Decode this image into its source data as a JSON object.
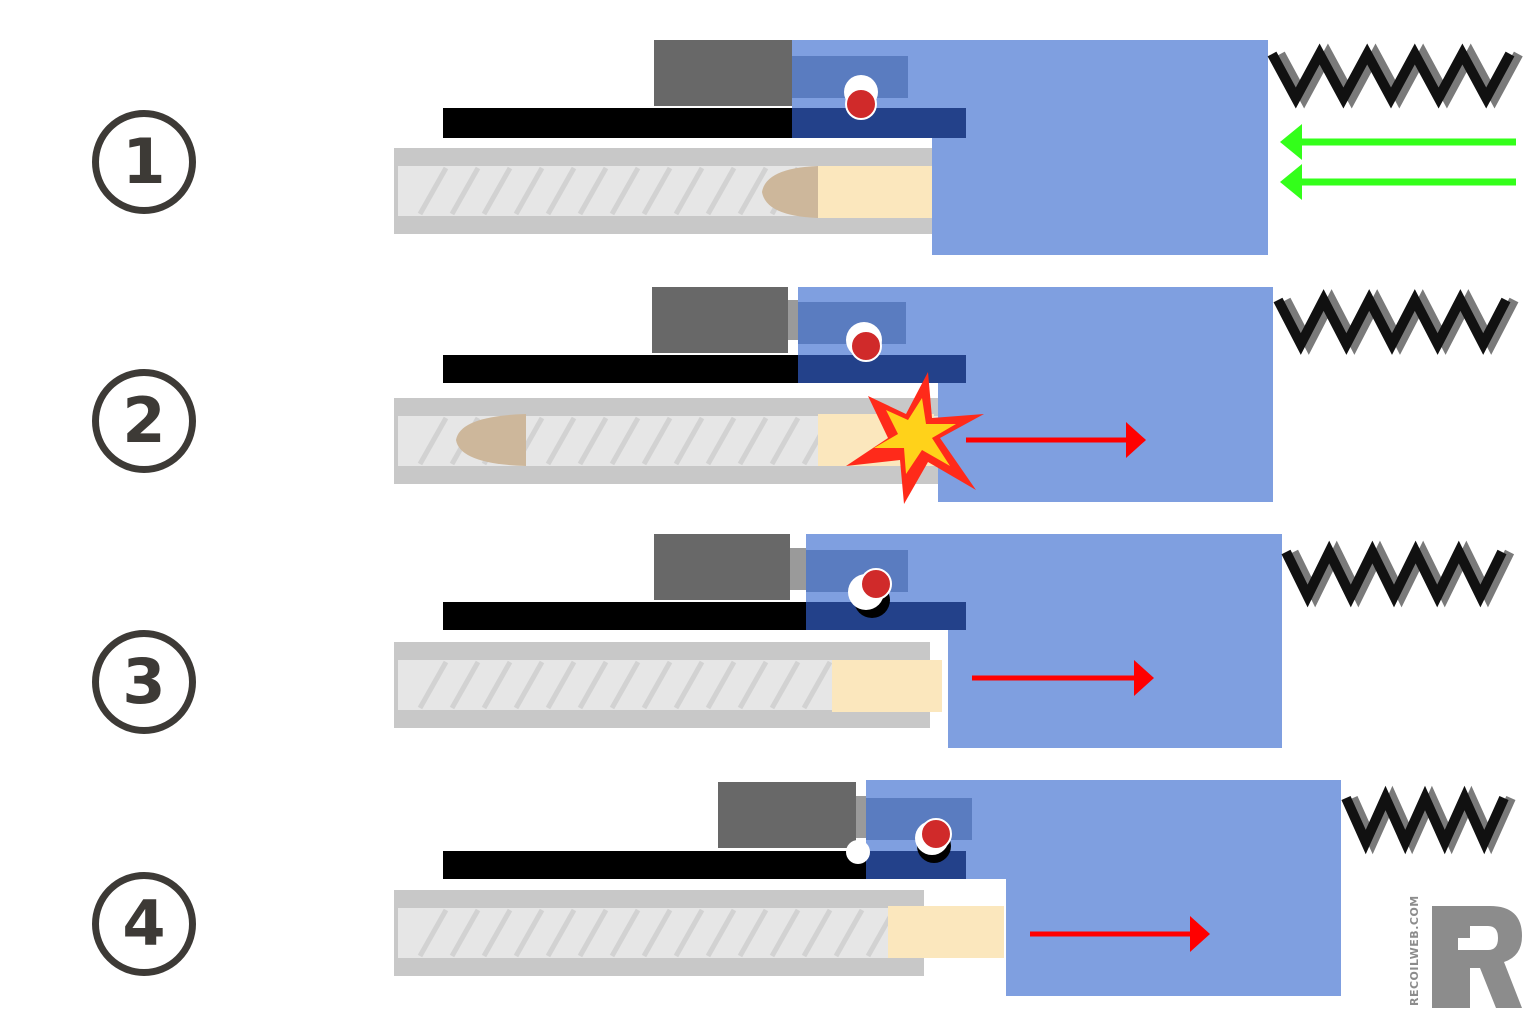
{
  "steps": [
    {
      "label": "1"
    },
    {
      "label": "2"
    },
    {
      "label": "3"
    },
    {
      "label": "4"
    }
  ],
  "watermark": {
    "text": "RECOILWEB.COM",
    "logo_letter": "R"
  },
  "colors": {
    "slide": "#7f9fe0",
    "slide_dark": "#23418a",
    "slide_mid": "#5a7cc0",
    "block": "#686868",
    "rail": "#000000",
    "barrel": "#c8c8c8",
    "barrel_bore": "#e6e6e6",
    "case": "#fbe7bd",
    "bullet": "#cdb79b",
    "pin": "#d02a2a",
    "spring_front": "#111111",
    "spring_back": "#7a7a7a",
    "arrow_in": "#33ff1a",
    "arrow_out": "#ff0000",
    "label": "#3d3a36"
  },
  "icons": [
    "spring-icon",
    "arrow-icon",
    "explosion-icon",
    "pin-icon"
  ]
}
